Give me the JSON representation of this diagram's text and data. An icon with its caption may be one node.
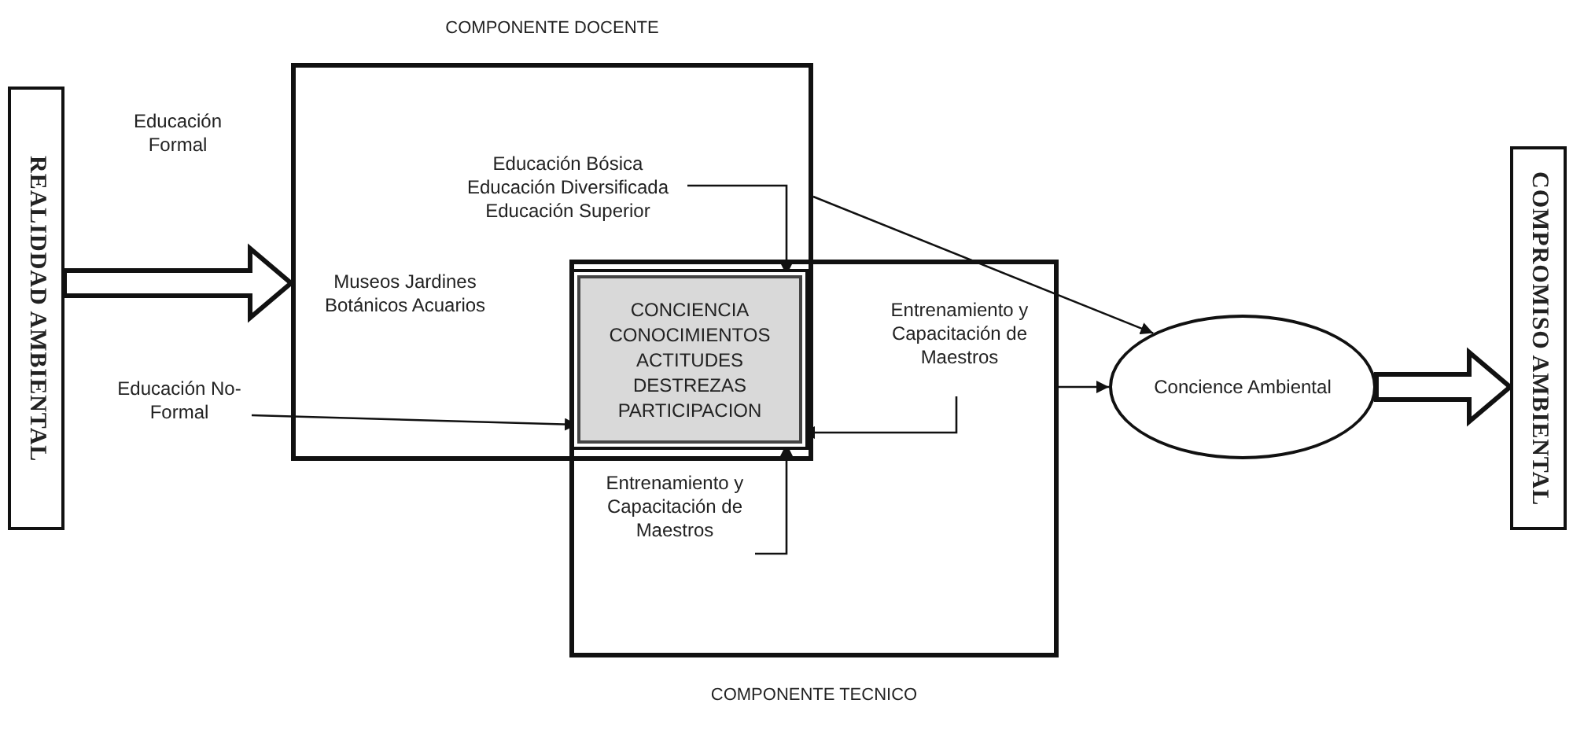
{
  "diagram": {
    "nodes": [
      {
        "text": [
          "REALIDDAD AMBIENTAL"
        ]
      },
      {
        "text": [
          "COMPONENTE DOCENTE"
        ]
      },
      {
        "text": [
          "Educación Bósica Educación Diversificada Educación Superior"
        ],
        "in": 1
      },
      {
        "text": [
          "Educación No-Formal"
        ]
      },
      {
        "text": [
          "COMPONENTE TECNICO"
        ]
      },
      {
        "text": [
          "CONCIENCIA CONOCIMIENTOS ACTITUDES DESTREZAS PARTICIPACION"
        ]
      },
      {
        "text": [
          "Entrenamiento y Capacitación de Maestros"
        ],
        "in": 4
      },
      {
        "text": [
          "Entrenamiento y Capacitación de Maestros"
        ],
        "in": 4
      },
      {
        "text": [
          "Concience Ambiental"
        ]
      },
      {
        "text": [
          "COMPROMISO AMBIENTAL"
        ]
      }
    ],
    "edges": [
      {
        "from": 0,
        "to": 1,
        "arrow": "to",
        "style": "thick"
      },
      {
        "from": 2,
        "to": 5,
        "arrow": "to"
      },
      {
        "from": 3,
        "to": 5,
        "arrow": "to"
      },
      {
        "from": 6,
        "to": 5,
        "arrow": "to"
      },
      {
        "from": 7,
        "to": 5,
        "arrow": "to"
      },
      {
        "from": 1,
        "to": 8,
        "arrow": "to"
      },
      {
        "from": 4,
        "to": 8,
        "arrow": "to"
      },
      {
        "from": 8,
        "to": 9,
        "arrow": "to",
        "style": "thick"
      }
    ],
    "labels": [
      "Educación Formal",
      "Museos Jardines Botánicos Acuarios"
    ]
  }
}
